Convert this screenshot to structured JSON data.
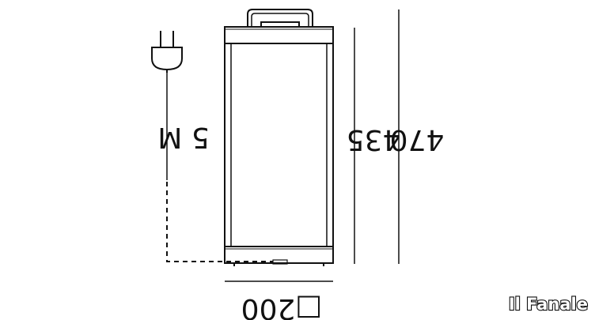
{
  "diagram": {
    "cable_label": "5 M",
    "height_lamp_label": "435",
    "height_total_label": "470",
    "width_label": "□200"
  },
  "brand": {
    "name": "Il Fanale"
  },
  "colors": {
    "line": "#111111",
    "background": "#ffffff"
  },
  "icons": {
    "plug": "power-plug-icon",
    "logo": "il-fanale-logo"
  }
}
